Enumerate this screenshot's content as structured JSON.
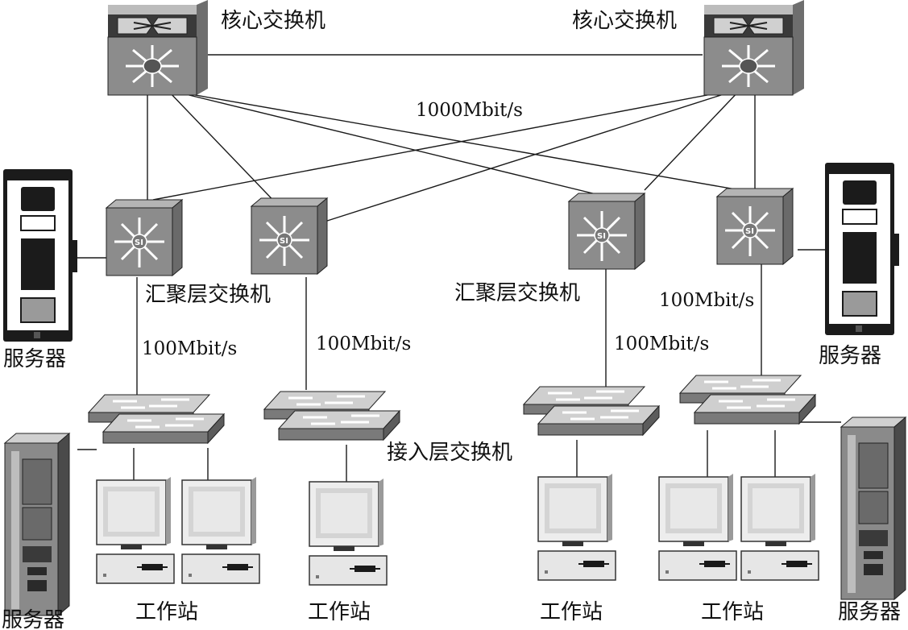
{
  "labels": {
    "core_switch_left": "核心交换机",
    "core_switch_right": "核心交换机",
    "core_link_speed": "1000Mbit/s",
    "aggregation_switch_left": "汇聚层交换机",
    "aggregation_switch_right": "汇聚层交换机",
    "access_switch": "接入层交换机",
    "link_speed_1": "100Mbit/s",
    "link_speed_2": "100Mbit/s",
    "link_speed_3": "100Mbit/s",
    "link_speed_4": "100Mbit/s",
    "server_left_top": "服务器",
    "server_left_bottom": "服务器",
    "server_right_mid": "服务器",
    "server_right_bottom": "服务器",
    "workstation_1": "工作站",
    "workstation_2": "工作站",
    "workstation_3": "工作站",
    "workstation_4": "工作站"
  },
  "icons": {
    "core_switch": "core-switch-icon",
    "aggregation_switch": "layer3-switch-icon",
    "access_switch": "access-switch-icon",
    "server": "server-icon",
    "workstation": "workstation-icon"
  },
  "colors": {
    "device_fill": "#8c8c8c",
    "device_dark": "#3a3a3a",
    "device_light": "#d8d8d8",
    "line": "#1a1a1a"
  }
}
